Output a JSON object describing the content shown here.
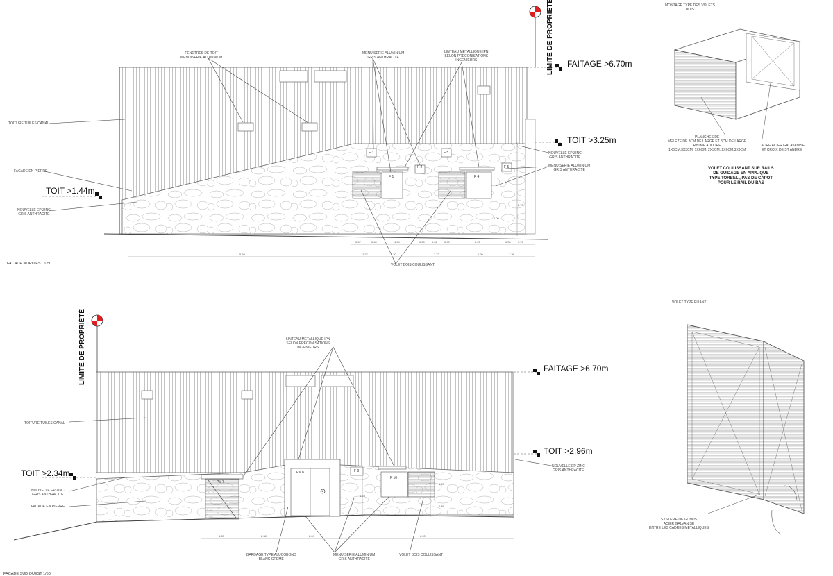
{
  "top": {
    "caption": "FACADE NORD EST 1/50",
    "labels": {
      "fenetres_toit": [
        "FENETRES DE TOIT",
        "MENUISERIE ALUMINIUM"
      ],
      "menuiserie_alu": [
        "MENUISERIE ALUMINIUM",
        "GRIS ANTHRACITE"
      ],
      "linteau": [
        "LINTEAU METALLIQUE IPN",
        "SELON PRECONISATIONS",
        "INGENIEURS"
      ],
      "toiture": "TOITURE TUILES CANAL",
      "facade_pierre": "FACADE EN PIERRE",
      "ep_zinc_left": [
        "NOUVELLE EP ZINC",
        "GRIS ANTHRACITE"
      ],
      "ep_zinc_right": [
        "NOUVELLE EP ZINC",
        "GRIS ANTHRACITE"
      ],
      "menuiserie_right": [
        "MENUISERIE ALUMINIUM",
        "GRIS ANTHRACITE"
      ],
      "volet": "VOLET BOIS COULISSANT"
    },
    "levels": {
      "faitage": "FAITAGE >6.70m",
      "toit_right": "TOIT >3.25m",
      "toit_left": "TOIT >1.44m"
    },
    "windows": [
      "F 3",
      "F 5",
      "F 1",
      "F 2",
      "F 4",
      "F 5"
    ],
    "dims_row1": [
      "0.67",
      "0.60",
      "1.04",
      "0.60",
      "0.56",
      "0.90",
      "2.25",
      "0.50",
      "0.97"
    ],
    "dims_row2": [
      "5.59",
      "1.27",
      "1.20",
      "2.72",
      "1.20",
      "1.36"
    ],
    "dims_vertical": [
      "2.70",
      "1.00"
    ]
  },
  "bottom": {
    "caption": "FACADE SUD OUEST 1/50",
    "labels": {
      "linteau": [
        "LINTEAU METALLIQUE IPN",
        "SELON PRECONISATIONS",
        "INGENIEURS"
      ],
      "toiture": "TOITURE TUILES CANAL",
      "ep_zinc_right": [
        "NOUVELLE EP ZINC",
        "GRIS ANTHRACITE"
      ],
      "ep_zinc_left": [
        "NOUVELLE EP ZINC",
        "GRIS ANTHRACITE"
      ],
      "facade_pierre": "FACADE EN PIERRE",
      "bardage": [
        "BARDAGE TYPE ALUCOBOND",
        "BLANC CREME"
      ],
      "menuiserie": [
        "MENUISERIE ALUMINIUM",
        "GRIS ANTHRACITE"
      ],
      "volet": "VOLET BOIS COULISSANT"
    },
    "levels": {
      "faitage": "FAITAGE >6.70m",
      "toit_right": "TOIT >2.96m",
      "toit_left": "TOIT >2.34m"
    },
    "windows": [
      "PV 7",
      "PV 8",
      "F 9",
      "F 10"
    ],
    "door_mark": "1",
    "dims_row": [
      "1.63",
      "2.38",
      "2.24",
      "6.20"
    ],
    "dims_vertical": [
      "1.20",
      "1.79",
      "0.89"
    ]
  },
  "limite": "LIMITE DE PROPRIÉTÉ",
  "shutters_top": {
    "title": [
      "MONTAGE TYPE DES VOLETS",
      "BOIS"
    ],
    "planches": [
      "PLANCHES DE",
      "MELEZE DE 3CM DE LARGE ET 8CM DE LARGE",
      "RYTME A JOURE",
      "1X6CM,3X3CM, 1X6CM, 2X3CM, 2X6CM,3X3CM"
    ],
    "cadre": [
      "CADRE ACIER GALAVANISE",
      "ET CROIX DE ST ANDRE"
    ],
    "note": [
      "VOLET COULISSANT SUR RAILS",
      "DE GUIDAGE EN APPLIQUE",
      "TYPE TORBEL , PAS DE CAPOT",
      "POUR LE RAIL DU BAS"
    ]
  },
  "shutters_bottom": {
    "title": "VOLET TYPE PLIANT",
    "gonds": [
      "SYSTEME DE GONDS",
      "ACIER GALVANISE",
      "ENTRE LES CADRES METALLIQUES"
    ]
  },
  "colors": {
    "line": "#555555",
    "ink": "#111111",
    "marker_red": "#e02020"
  }
}
